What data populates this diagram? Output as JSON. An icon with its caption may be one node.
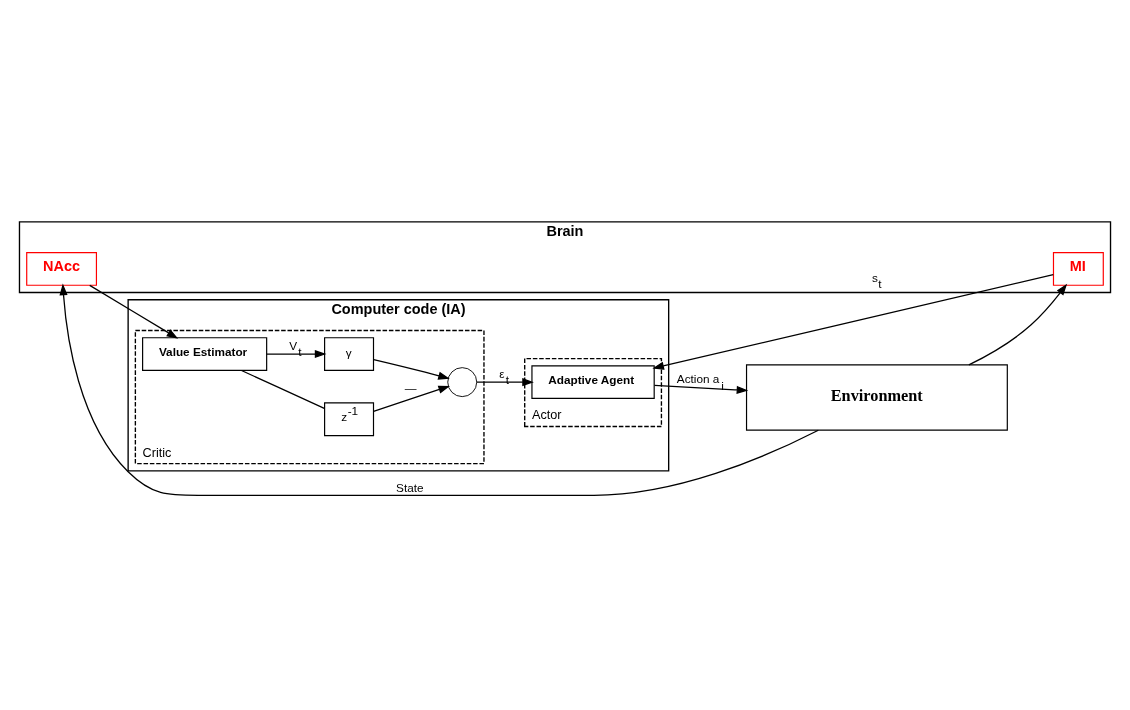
{
  "diagram": {
    "nodes": [
      {
        "text": [
          "Brain"
        ]
      },
      {
        "text": [
          "NAcc"
        ],
        "in": 0
      },
      {
        "text": [
          "MI"
        ],
        "in": 0
      },
      {
        "text": [
          "Computer code (IA)"
        ]
      },
      {
        "text": [
          "Critic"
        ],
        "in": 3
      },
      {
        "text": [
          "Value Estimator"
        ],
        "in": 4
      },
      {
        "text": [
          "z$^{-1}$"
        ],
        "in": 4
      },
      {
        "text": [
          "γ"
        ],
        "in": 4
      },
      {
        "text": [],
        "shape": "circle",
        "in": 4
      },
      {
        "text": [
          "Actor"
        ],
        "in": 3
      },
      {
        "text": [
          "Adaptive Agent"
        ],
        "in": 9
      },
      {
        "text": [
          "Environment"
        ]
      }
    ],
    "edges": [
      {
        "from": 1,
        "to": 5,
        "arrow": "to"
      },
      {
        "from": 5,
        "to": 6,
        "arrow": "none"
      },
      {
        "from": 5,
        "to": 7,
        "label": "V$_{t}$",
        "arrow": "to"
      },
      {
        "from": 6,
        "to": 8,
        "label": "—",
        "arrow": "to"
      },
      {
        "from": 7,
        "to": 8,
        "arrow": "to"
      },
      {
        "from": 8,
        "to": 10,
        "label": "ε$_{t}$",
        "arrow": "to"
      },
      {
        "from": 2,
        "to": 10,
        "label": "s$_{t}$",
        "arrow": "to"
      },
      {
        "from": 10,
        "to": 11,
        "label": "Action a$_{i}$",
        "arrow": "to"
      },
      {
        "from": 11,
        "to": 1,
        "label": "State",
        "arrow": "to"
      },
      {
        "from": 11,
        "to": 2,
        "arrow": "to"
      }
    ]
  }
}
